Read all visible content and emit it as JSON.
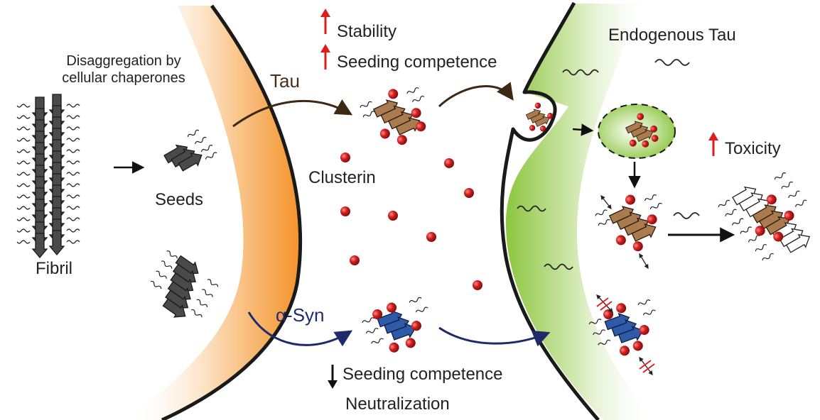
{
  "labels": {
    "disaggregation_line1": "Disaggregation by",
    "disaggregation_line2": "cellular chaperones",
    "fibril": "Fibril",
    "seeds": "Seeds",
    "tau": "Tau",
    "asyn": "α-Syn",
    "clusterin": "Clusterin",
    "stability": "Stability",
    "seeding_competence_up": "Seeding competence",
    "seeding_competence_down": "Seeding competence",
    "neutralization": "Neutralization",
    "endogenous_tau": "Endogenous Tau",
    "toxicity": "Toxicity"
  },
  "colors": {
    "donor_cell": "#f4922a",
    "recipient_cell": "#8cc63f",
    "tau_seed": "#a97b4f",
    "asyn_seed": "#2f5aa8",
    "clusterin": "#d11f1f",
    "fibril": "#555555",
    "up_arrow": "#e01b1b",
    "down_arrow": "#111111",
    "tau_path": "#3d2814",
    "asyn_path": "#1f2a6b"
  }
}
